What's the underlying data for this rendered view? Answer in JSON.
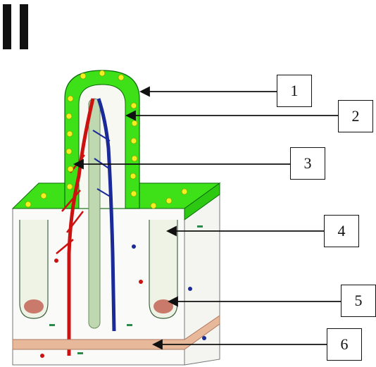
{
  "section_mark": "II",
  "labels": [
    {
      "id": "1",
      "text": "1"
    },
    {
      "id": "2",
      "text": "2"
    },
    {
      "id": "3",
      "text": "3"
    },
    {
      "id": "4",
      "text": "4"
    },
    {
      "id": "5",
      "text": "5"
    },
    {
      "id": "6",
      "text": "6"
    }
  ],
  "colors": {
    "epithelium": "#33dd11",
    "goblet_cells": "#f0f020",
    "artery": "#cc1111",
    "vein": "#1a2a99",
    "lacteal": "#bfd8b0",
    "muscle_layer": "#e8b89a",
    "crypt_base": "#c97a6a",
    "arrow": "#111111"
  }
}
